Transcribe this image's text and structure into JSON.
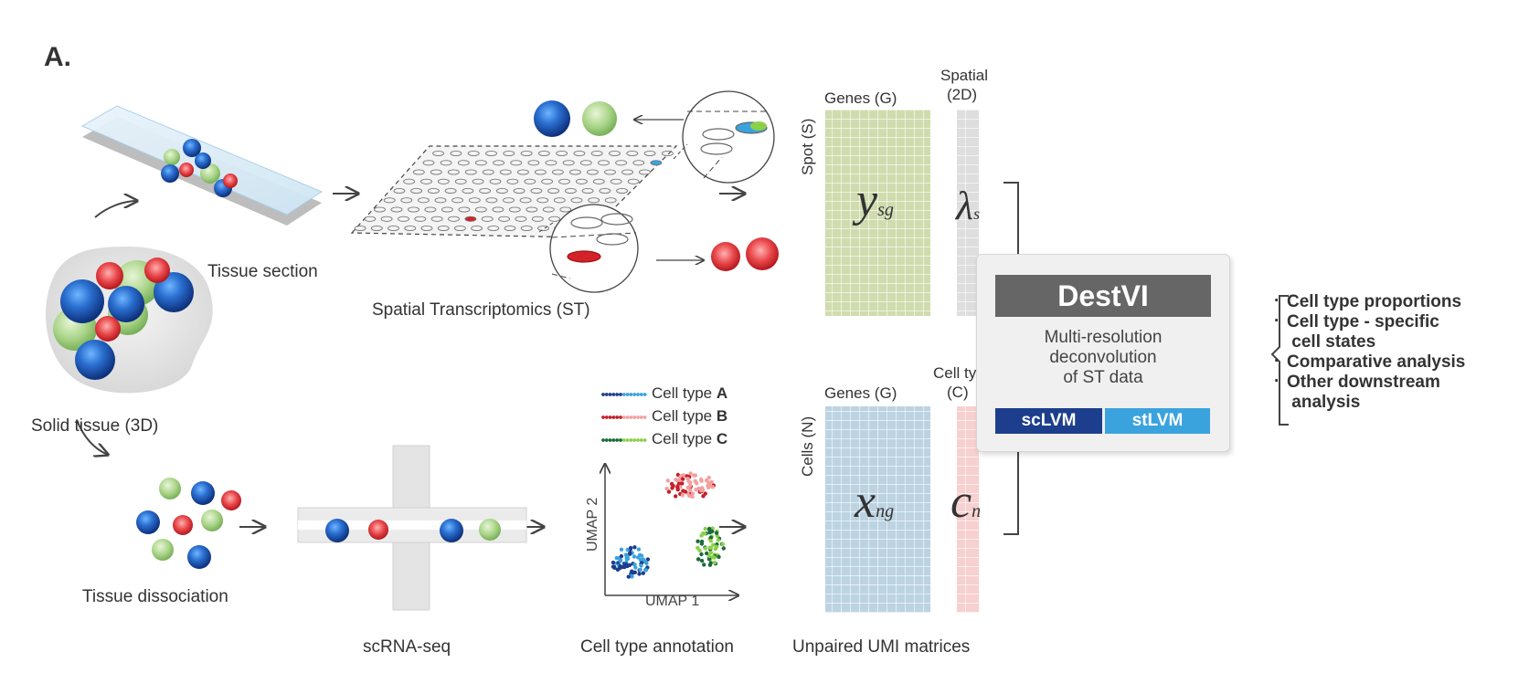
{
  "panel_label": "A.",
  "labels": {
    "tissue_section": "Tissue section",
    "solid_tissue": "Solid tissue (3D)",
    "spatial_transcriptomics": "Spatial Transcriptomics (ST)",
    "tissue_dissociation": "Tissue dissociation",
    "scrna_seq": "scRNA-seq",
    "cell_type_annotation": "Cell type annotation",
    "unpaired_umi": "Unpaired UMI matrices"
  },
  "st_matrix": {
    "genes_label": "Genes (G)",
    "spot_label": "Spot (S)",
    "spatial_label_1": "Spatial",
    "spatial_label_2": "(2D)",
    "y_symbol": "y",
    "y_sub": "sg",
    "lambda_symbol": "λ",
    "lambda_sub": "s"
  },
  "sc_matrix": {
    "genes_label": "Genes (G)",
    "cells_label": "Cells (N)",
    "celltype_label_1": "Cell type",
    "celltype_label_2": "(C)",
    "x_symbol": "x",
    "x_sub": "ng",
    "c_symbol": "c",
    "c_sub": "n"
  },
  "umap": {
    "xlabel": "UMAP 1",
    "ylabel": "UMAP 2",
    "legend": [
      {
        "prefix": "Cell type ",
        "letter": "A",
        "color_dark": "#1d3e8c",
        "color_light": "#3aa3dd"
      },
      {
        "prefix": "Cell type ",
        "letter": "B",
        "color_dark": "#c4202a",
        "color_light": "#f2a0a0"
      },
      {
        "prefix": "Cell type ",
        "letter": "C",
        "color_dark": "#1a6b3a",
        "color_light": "#8cd04a"
      }
    ]
  },
  "destvi": {
    "title": "DestVI",
    "desc_1": "Multi-resolution",
    "desc_2": "deconvolution",
    "desc_3": "of ST data",
    "badge_sc": "scLVM",
    "badge_st": "stLVM"
  },
  "outputs": [
    "Cell type proportions",
    "Cell type - specific\n cell states",
    "Comparative analysis",
    "Other downstream\n analysis"
  ],
  "colors": {
    "st_matrix_fill": "#cfdcae",
    "sc_matrix_fill": "#bcd3e2",
    "spatial_col_fill": "#dedede",
    "celltype_col_fill": "#f7d0d0",
    "blue_cell": "#2277cc",
    "green_cell": "#9ccc7a",
    "red_cell": "#e8474a"
  }
}
